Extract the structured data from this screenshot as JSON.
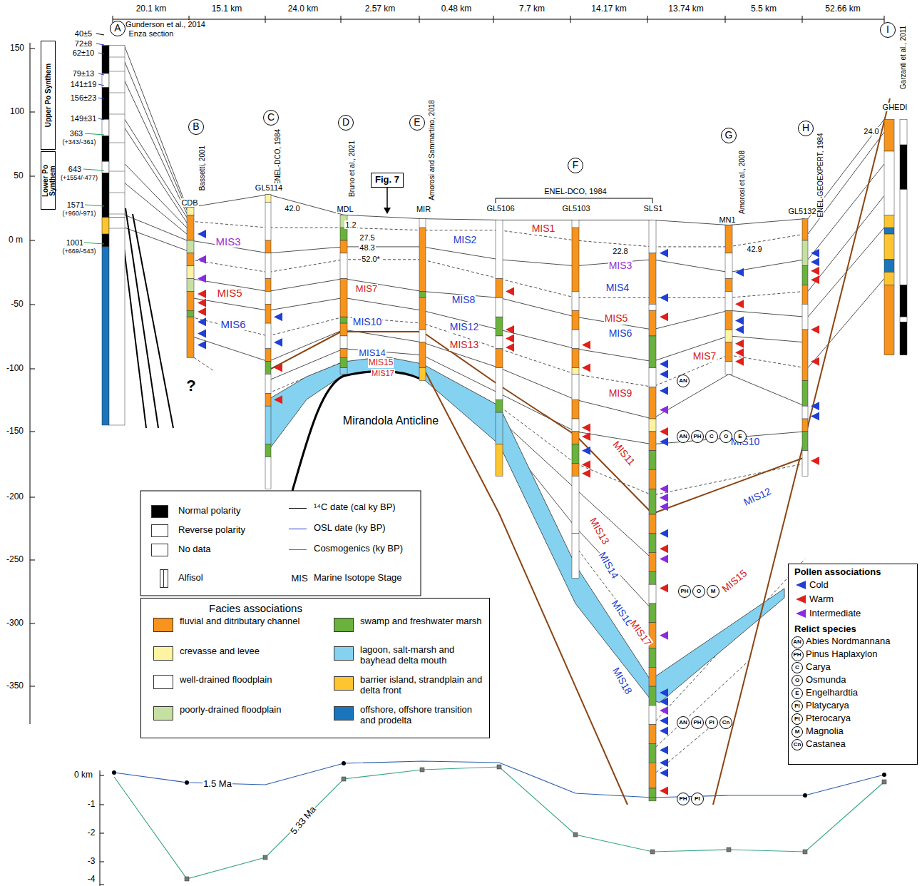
{
  "diagram": {
    "nodes": [
      {
        "text": [
          "Fig. 7"
        ]
      },
      {
        "text": [
          "Upper Po Synthem"
        ]
      },
      {
        "text": [
          "Lower Po Synthem"
        ]
      },
      {
        "text": [
          "A"
        ]
      },
      {
        "text": [
          "B"
        ]
      },
      {
        "text": [
          "C"
        ]
      },
      {
        "text": [
          "D"
        ]
      },
      {
        "text": [
          "E"
        ]
      },
      {
        "text": [
          "F"
        ]
      },
      {
        "text": [
          "G"
        ]
      },
      {
        "text": [
          "H"
        ]
      },
      {
        "text": [
          "I"
        ]
      },
      {
        "text": [
          "Facies associations"
        ]
      },
      {
        "text": [
          "Pollen associations",
          "Relict species"
        ]
      },
      {
        "text": [
          "AN"
        ],
        "in": 13
      },
      {
        "text": [
          "PH"
        ],
        "in": 13
      },
      {
        "text": [
          "C"
        ],
        "in": 13
      },
      {
        "text": [
          "O"
        ],
        "in": 13
      },
      {
        "text": [
          "E"
        ],
        "in": 13
      },
      {
        "text": [
          "Pl"
        ],
        "in": 13
      },
      {
        "text": [
          "Pt"
        ],
        "in": 13
      },
      {
        "text": [
          "M"
        ],
        "in": 13
      },
      {
        "text": [
          "Cn"
        ],
        "in": 13
      },
      {
        "text": [
          "AN"
        ]
      },
      {
        "text": [
          "AN"
        ]
      },
      {
        "text": [
          "PH"
        ]
      },
      {
        "text": [
          "C"
        ]
      },
      {
        "text": [
          "O"
        ]
      },
      {
        "text": [
          "E"
        ]
      },
      {
        "text": [
          "PH"
        ]
      },
      {
        "text": [
          "O"
        ]
      },
      {
        "text": [
          "M"
        ]
      },
      {
        "text": [
          "AN"
        ]
      },
      {
        "text": [
          "PH"
        ]
      },
      {
        "text": [
          "Pl"
        ]
      },
      {
        "text": [
          "Cn"
        ]
      },
      {
        "text": [
          "PH"
        ]
      },
      {
        "text": [
          "Pt"
        ]
      }
    ],
    "labels": [
      "20.1 km",
      "15.1 km",
      "24.0 km",
      "2.57 km",
      "0.48 km",
      "7.7 km",
      "14.17 km",
      "13.74 km",
      "5.5 km",
      "52.66 km",
      "150",
      "100",
      "50",
      "0 m",
      "-50",
      "-100",
      "-150",
      "-200",
      "-250",
      "-300",
      "-350",
      "Gunderson et al., 2014",
      "Enza section",
      "40±5",
      "72±8",
      "62±10",
      "79±13",
      "141±19",
      "156±23",
      "149±31",
      "363",
      "(+343/-361)",
      "643",
      "(+1554/-477)",
      "1571",
      "(+960/-971)",
      "1001",
      "(+669/-543)",
      "Bassetti, 2001",
      "CDB",
      "ENEL-DCO, 1984",
      "GL5114",
      "Bruno et al., 2021",
      "MDL",
      "Amorosi and Sammartino, 2018",
      "MIR",
      "ENEL-DCO, 1984",
      "GL5106",
      "GL5103",
      "SLS1",
      "Amorosi et al., 2008",
      "MN1",
      "ENEL-GEOEXPERT, 1984",
      "GL5132",
      "Garzanti et al., 2011",
      "GHEDI",
      "1.2",
      "27.5",
      "48.3",
      "52.0*",
      "42.0",
      "22.8",
      "42.9",
      "24.0",
      "MIS3",
      "MIS5",
      "MIS6",
      "MIS2",
      "MIS7",
      "MIS8",
      "MIS10",
      "MIS12",
      "MIS13",
      "MIS14",
      "MIS15",
      "MIS17",
      "MIS1",
      "MIS3",
      "MIS4",
      "MIS5",
      "MIS6",
      "MIS9",
      "MIS11",
      "MIS13",
      "MIS14",
      "MIS16",
      "MIS17",
      "MIS18",
      "MIS7",
      "MIS10",
      "MIS12",
      "MIS15",
      "Mirandola Anticline",
      "?",
      "MIS",
      "0 km",
      "-1",
      "-2",
      "-3",
      "-4",
      "1.5 Ma",
      "5.33 Ma"
    ],
    "legend": [
      {
        "text": "Normal polarity",
        "color": "#000000"
      },
      {
        "text": "Reverse polarity",
        "color": "#ffffff"
      },
      {
        "text": "No data"
      },
      {
        "text": "Alfisol"
      },
      {
        "text": "¹⁴C date (cal ky BP)"
      },
      {
        "text": "OSL date (ky BP)"
      },
      {
        "text": "Cosmogenics (ky BP)"
      },
      {
        "text": "Marine Isotope Stage"
      },
      {
        "text": "fluvial and ditributary channel",
        "color": "#f7941d"
      },
      {
        "text": "crevasse and levee",
        "color": "#fdf3a0"
      },
      {
        "text": "well-drained floodplain",
        "color": "#ffffff"
      },
      {
        "text": "poorly-drained floodplain",
        "color": "#c5e0a0"
      },
      {
        "text": "swamp and freshwater marsh",
        "color": "#6ab23e"
      },
      {
        "text": "lagoon, salt-marsh and bayhead delta mouth",
        "color": "#85d1f0"
      },
      {
        "text": "barrier island, strandplain and delta front",
        "color": "#fdc530"
      },
      {
        "text": "offshore, offshore transition and prodelta",
        "color": "#1b75bc"
      },
      {
        "text": "Cold",
        "color": "#1f3fd6"
      },
      {
        "text": "Warm",
        "color": "#e0201b"
      },
      {
        "text": "Intermediate",
        "color": "#8a2be2"
      },
      {
        "text": "Abies Nordmannana"
      },
      {
        "text": "Pinus Haplaxylon"
      },
      {
        "text": "Carya"
      },
      {
        "text": "Osmunda"
      },
      {
        "text": "Engelhardtia"
      },
      {
        "text": "Platycarya"
      },
      {
        "text": "Pterocarya"
      },
      {
        "text": "Magnolia"
      },
      {
        "text": "Castanea"
      }
    ]
  }
}
